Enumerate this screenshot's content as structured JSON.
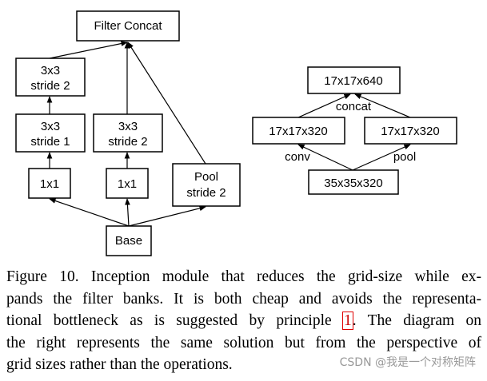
{
  "left_diagram": {
    "nodes": {
      "filter_concat": "Filter Concat",
      "conv3x3_s2_top_line1": "3x3",
      "conv3x3_s2_top_line2": "stride 2",
      "conv3x3_s1_line1": "3x3",
      "conv3x3_s1_line2": "stride 1",
      "conv3x3_s2_mid_line1": "3x3",
      "conv3x3_s2_mid_line2": "stride 2",
      "conv1x1_a": "1x1",
      "conv1x1_b": "1x1",
      "pool_line1": "Pool",
      "pool_line2": "stride 2",
      "base": "Base"
    }
  },
  "right_diagram": {
    "nodes": {
      "out": "17x17x640",
      "left_branch": "17x17x320",
      "right_branch": "17x17x320",
      "input": "35x35x320"
    },
    "edge_labels": {
      "concat": "concat",
      "conv": "conv",
      "pool": "pool"
    }
  },
  "caption": {
    "line1": "Figure 10. Inception module that reduces the grid-size while ex-",
    "line2": "pands the filter banks. It is both cheap and avoids the representa-",
    "line3_before": "tional bottleneck as is suggested by principle ",
    "line3_ref": "1",
    "line3_after": ". The diagram on",
    "line4": "the right represents the same solution but from the perspective of",
    "line5": "grid sizes rather than the operations."
  },
  "watermark": "CSDN @我是一个对称矩阵",
  "colors": {
    "stroke": "#000000",
    "ref_highlight": "#e00000",
    "watermark": "#999999"
  }
}
